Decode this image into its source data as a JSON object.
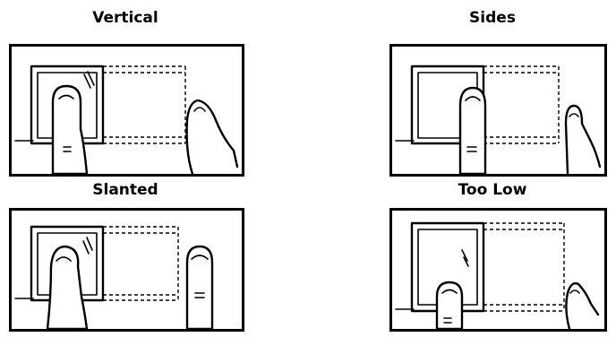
{
  "panels": {
    "vertical": {
      "label": "Vertical"
    },
    "sides": {
      "label": "Sides"
    },
    "slanted": {
      "label": "Slanted"
    },
    "too_low": {
      "label": "Too Low"
    }
  }
}
